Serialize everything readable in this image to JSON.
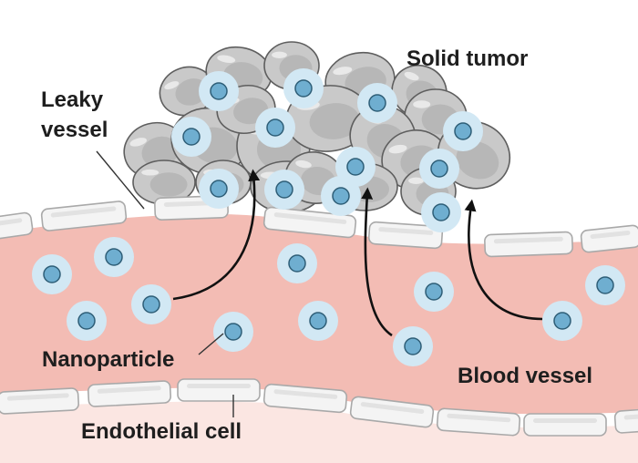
{
  "labels": {
    "solid_tumor": "Solid tumor",
    "leaky_line1": "Leaky",
    "leaky_line2": "vessel",
    "nanoparticle": "Nanoparticle",
    "blood_vessel": "Blood vessel",
    "endothelial_cell": "Endothelial cell"
  },
  "colors": {
    "lumen": "#f3bcb4",
    "below_wall": "#fbe6e2",
    "cell_fill": "#f4f4f4",
    "cell_stroke": "#a9a9a9",
    "tumor_fill": "#c9c9c9",
    "tumor_nucleus": "#a8a8a8",
    "tumor_stroke": "#5e5e5e",
    "particle_halo": "#d2e8f4",
    "particle_core": "#6faed0",
    "particle_stroke": "#2e5e77",
    "text": "#1e1e1e",
    "arrow": "#111111"
  },
  "icons": {
    "nanoparticle": "nanoparticle-icon",
    "endothelial_cell": "endothelial-cell-icon",
    "tumor_cell": "tumor-cell-icon",
    "arrow": "extravasation-arrow"
  }
}
